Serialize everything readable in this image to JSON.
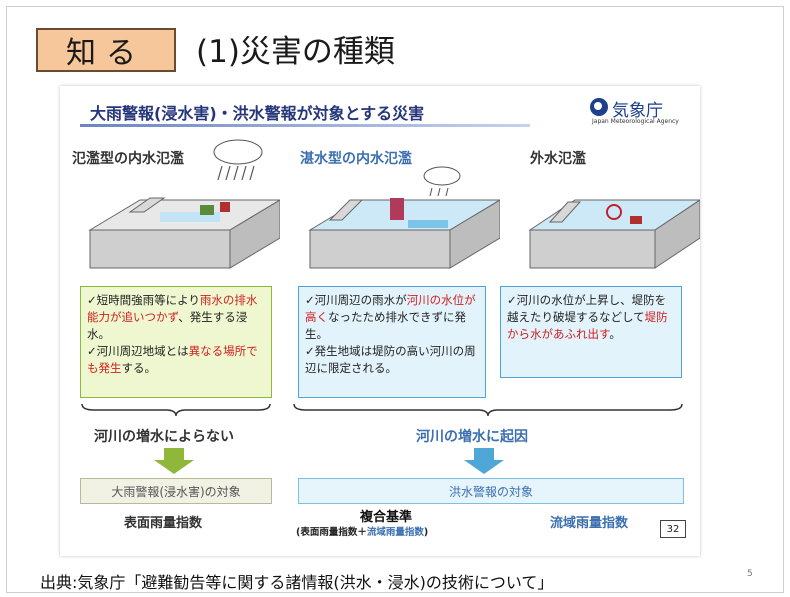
{
  "badge": "知る",
  "title": "(1)災害の種類",
  "slide": {
    "header": "大雨警報(浸水害)・洪水警報が対象とする災害",
    "logo": {
      "name": "気象庁",
      "en": "Japan Meteorological Agency"
    },
    "columns": [
      {
        "title": "氾濫型の内水氾濫",
        "title_color": "#333333",
        "box": {
          "items": [
            [
              "✓短時間強雨等により",
              "雨水の排水能力が追いつかず",
              "、発生する浸水。"
            ],
            [
              "✓河川周辺地域とは",
              "異なる場所でも発生",
              "する。"
            ]
          ]
        }
      },
      {
        "title": "湛水型の内水氾濫",
        "title_color": "#3b6fb0",
        "box": {
          "items": [
            [
              "✓河川周辺の雨水が",
              "河川の水位が高く",
              "なったため排水できずに発生。"
            ],
            [
              "✓発生地域は堤防の高い河川の周辺に限定される。",
              "",
              ""
            ]
          ]
        }
      },
      {
        "title": "外水氾濫",
        "title_color": "#333333",
        "box": {
          "items": [
            [
              "✓河川の水位が上昇し、堤防を越えたり破堤するなどして",
              "堤防から水があふれ出す",
              "。"
            ]
          ]
        }
      }
    ],
    "causes": {
      "left": "河川の増水によらない",
      "right": "河川の増水に起因"
    },
    "targets": {
      "left": "大雨警報(浸水害)の対象",
      "right": "洪水警報の対象"
    },
    "indexes": {
      "left": "表面雨量指数",
      "center": "複合基準",
      "center_sub_a": "(表面雨量指数＋",
      "center_sub_b": "流域雨量指数",
      "center_sub_c": ")",
      "right": "流域雨量指数"
    },
    "page_number": "32"
  },
  "source": "出典:気象庁「避難勧告等に関する諸情報(洪水・浸水)の技術について」",
  "page": "5",
  "colors": {
    "badge_bg": "#f6c79b",
    "header_text": "#26367a",
    "green_box": "#eef7cf",
    "green_border": "#8fb83a",
    "blue_box": "#e3f3fb",
    "blue_border": "#4ea7d6",
    "red_text": "#d02020",
    "blue_text": "#3b6fb0"
  }
}
